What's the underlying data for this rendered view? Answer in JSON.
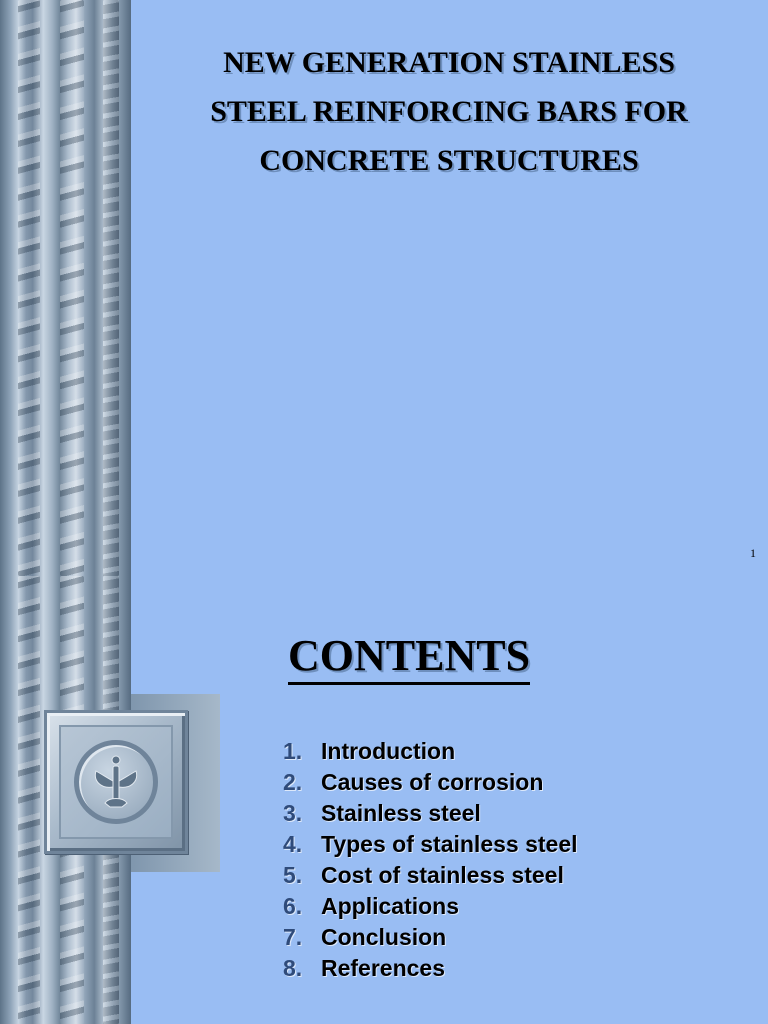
{
  "slide1": {
    "title_lines": [
      "NEW GENERATION STAINLESS",
      "STEEL REINFORCING BARS FOR",
      "CONCRETE STRUCTURES"
    ],
    "page_number": "1"
  },
  "slide2": {
    "heading": "CONTENTS",
    "items": [
      {
        "number": "1.",
        "label": "Introduction"
      },
      {
        "number": "2.",
        "label": "Causes of corrosion"
      },
      {
        "number": "3.",
        "label": "Stainless steel"
      },
      {
        "number": "4.",
        "label": "Types of stainless steel"
      },
      {
        "number": "5.",
        "label": "Cost of stainless steel"
      },
      {
        "number": "6.",
        "label": "Applications"
      },
      {
        "number": "7.",
        "label": "Conclusion"
      },
      {
        "number": "8.",
        "label": "References"
      }
    ],
    "emblem_icon": "fleur-emblem-icon"
  },
  "colors": {
    "background": "#99bdf3",
    "steel": "#8fa3b7",
    "number": "#2f4b7a"
  }
}
